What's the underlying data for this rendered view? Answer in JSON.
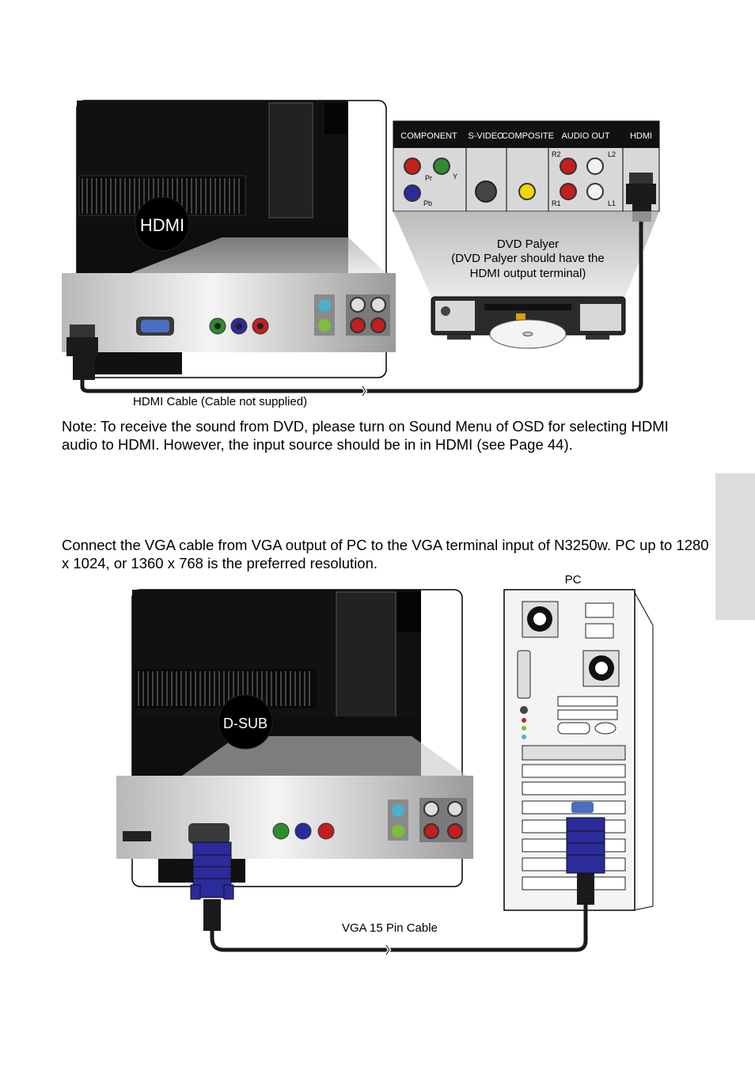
{
  "diagram1": {
    "tv_badge": "HDMI",
    "dvd_panel": {
      "headers": [
        "COMPONENT",
        "S-VIDEO",
        "COMPOSITE",
        "AUDIO OUT",
        "HDMI"
      ],
      "labels": {
        "pr": "Pr",
        "y": "Y",
        "pb": "Pb",
        "r2": "R2",
        "l2": "L2",
        "r1": "R1",
        "l1": "L1"
      }
    },
    "dvd_caption": [
      "DVD Palyer",
      "(DVD Palyer should have the",
      "HDMI output terminal)"
    ],
    "cable_caption": "HDMI Cable (Cable not supplied)"
  },
  "note": "Note: To receive the sound from DVD, please turn on Sound Menu of OSD for selecting HDMI audio to HDMI. However, the input source should be in in HDMI (see Page 44).",
  "connect_text": "Connect the VGA cable from VGA output of PC to the VGA terminal input of N3250w. PC up to 1280 x 1024, or 1360 x 768 is the preferred resolution.",
  "diagram2": {
    "pc_label": "PC",
    "tv_badge": "D-SUB",
    "cable_caption": "VGA 15 Pin Cable"
  },
  "colors": {
    "side_tab": "#dcdcdc",
    "cable": "#1a1a1a",
    "vga_blue": "#2b2b9c"
  }
}
